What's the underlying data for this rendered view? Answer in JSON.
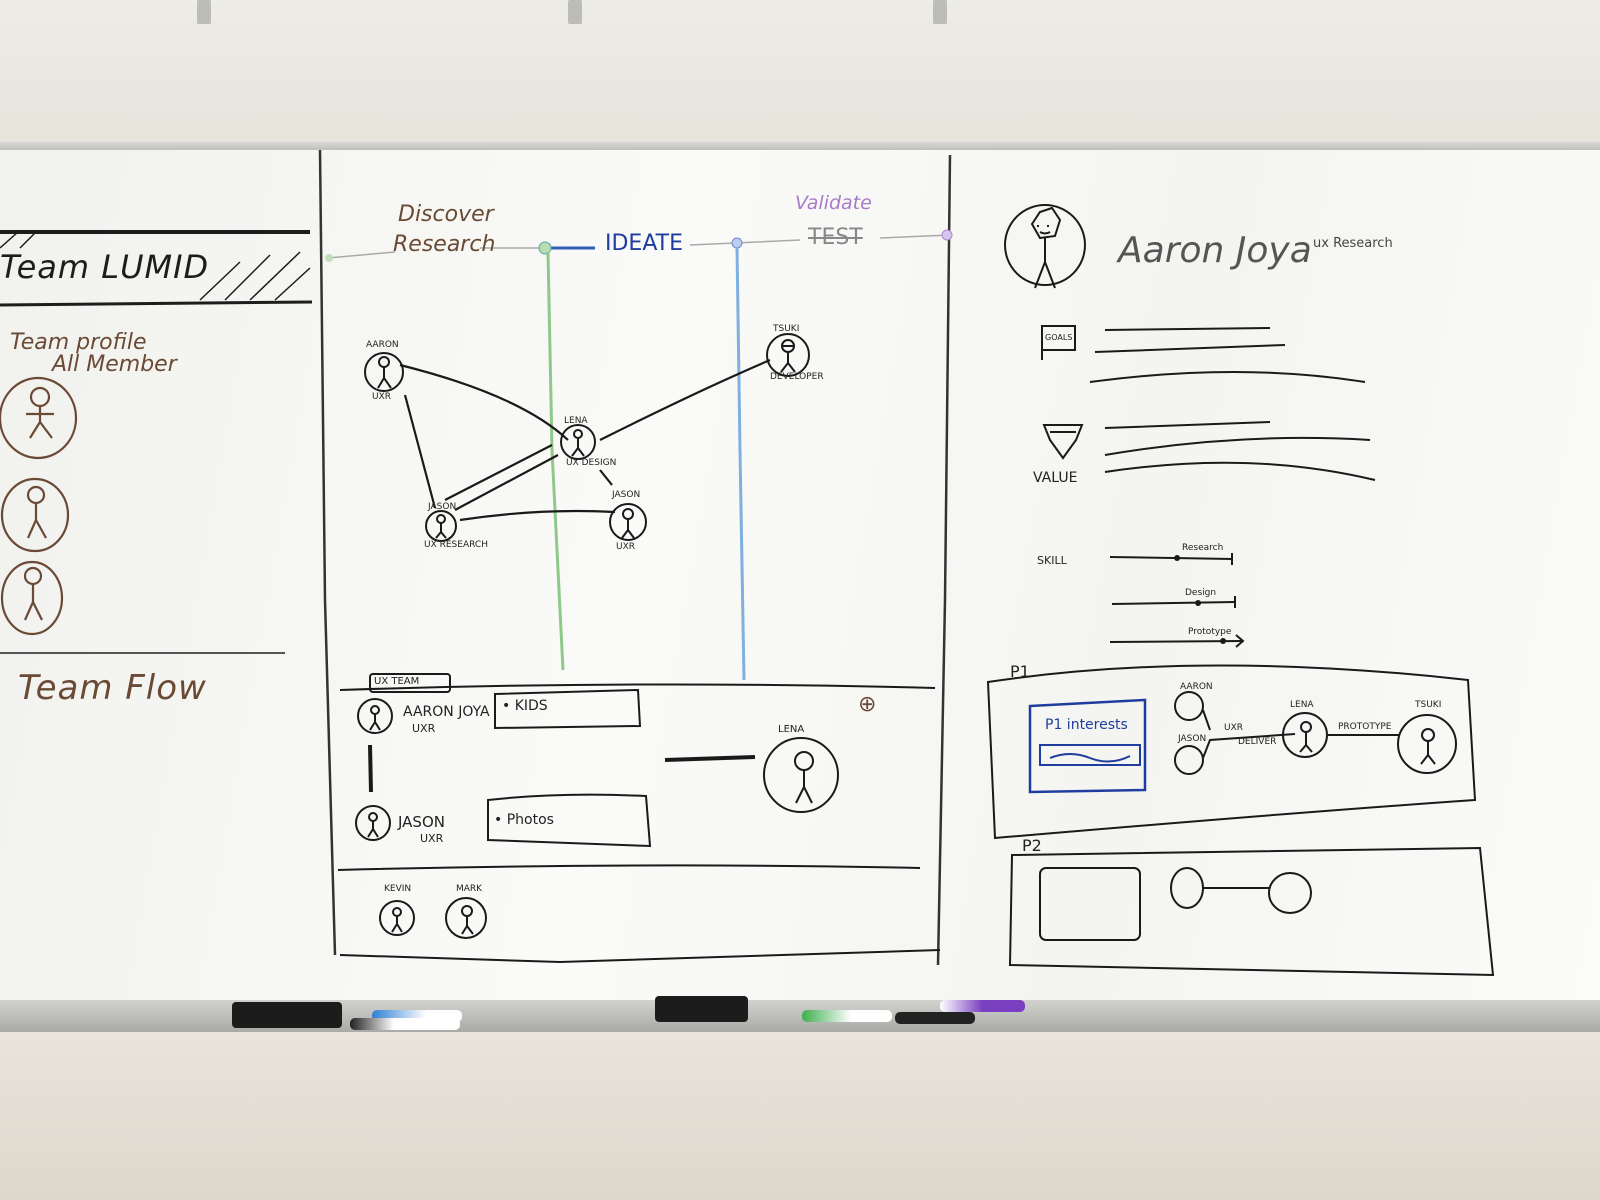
{
  "left_panel": {
    "title": "Team LUMID",
    "profile_title": "Team profile",
    "all_member": "All Member",
    "flow_title": "Team Flow"
  },
  "flow": {
    "stage_discover": "Discover",
    "stage_research": "Research",
    "stage_ideate": "IDEATE",
    "stage_validate": "Validate",
    "stage_test": "TEST",
    "people": {
      "aaron": "Aaron",
      "aaron_role": "UXR",
      "lena": "Lena",
      "lena_role": "UX Design",
      "tsuki": "TSUKI",
      "tsuki_role": "Developer",
      "jason": "Jason",
      "jason_role": "UX Research",
      "jason2": "Jason",
      "jason2_role": "UXR"
    },
    "team_tag": "UX TEAM",
    "row1_name": "AARON JOYA",
    "row1_role": "UXR",
    "row1_item": "• KIDS",
    "row2_name": "JASON",
    "row2_role": "UXR",
    "row2_item": "• Photos",
    "lena_label": "Lena",
    "add_symbol": "⊕",
    "bottom_people": {
      "a": "KEVIN",
      "b": "MARK"
    }
  },
  "profile": {
    "name": "Aaron Joya",
    "role": "ux Research",
    "goals_label": "GOALS",
    "value_label": "VALUE",
    "skill_label": "SKILL",
    "skills": [
      {
        "name": "Research",
        "level": 0.55
      },
      {
        "name": "Design",
        "level": 0.7
      },
      {
        "name": "Prototype",
        "level": 0.85
      }
    ],
    "p1_label": "P1",
    "p1_card": "P1 interests",
    "p1_people": {
      "a": "Aaron",
      "b": "Jason",
      "c": "Lena",
      "d": "TSUKI"
    },
    "p1_links": {
      "a": "UXR",
      "b": "Deliver",
      "c": "Prototype"
    },
    "p2_label": "P2"
  },
  "colors": {
    "ink": "#1f1f1f",
    "brown": "#6b4a35",
    "green": "#8fc98a",
    "blue": "#7fb0e0",
    "navy": "#1f3d9e",
    "purple": "#a77bc9"
  }
}
